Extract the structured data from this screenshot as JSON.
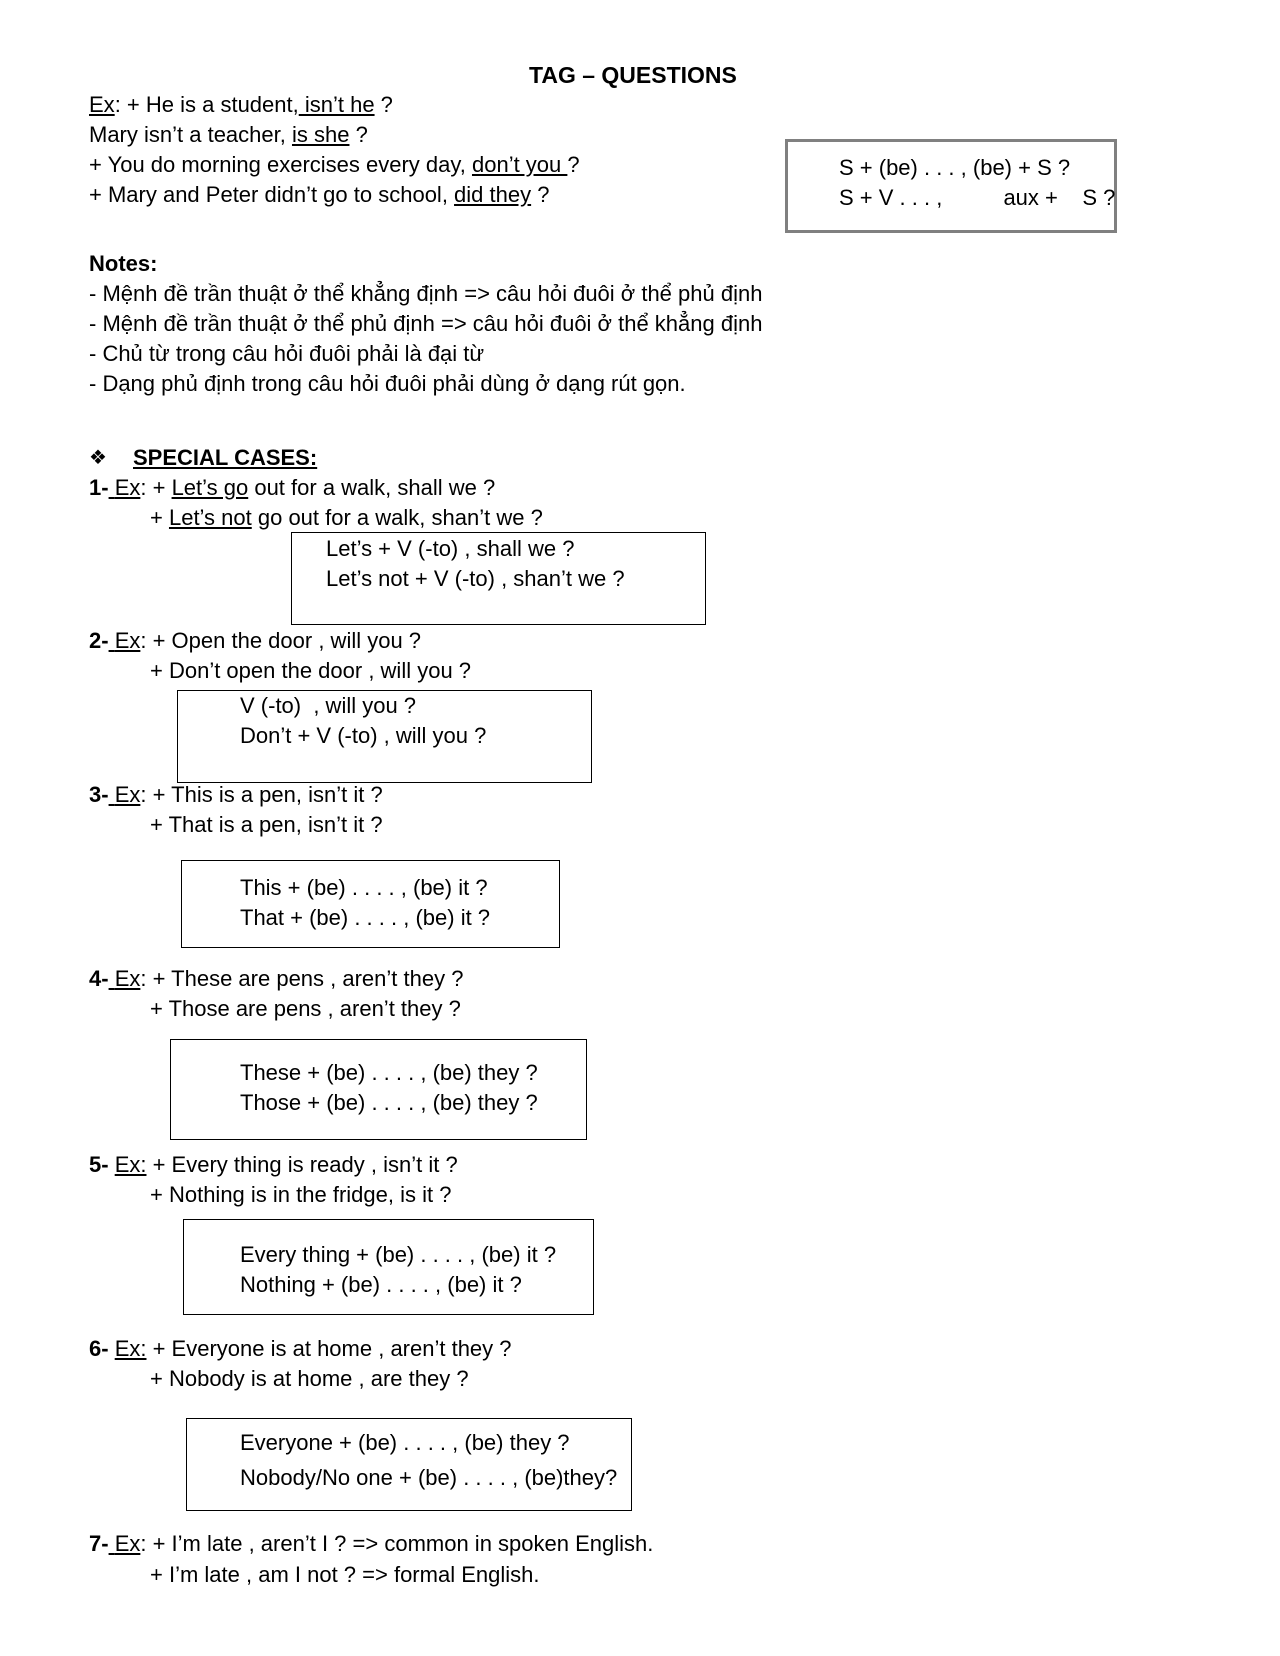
{
  "title": "TAG – QUESTIONS",
  "intro": {
    "ex_label": "Ex",
    "lines": [
      {
        "pre": ": + He is a student,",
        "u": " isn’t he",
        "post": " ?"
      },
      {
        "pre": "Mary isn’t a teacher, ",
        "u": "is she",
        "post": " ?"
      },
      {
        "pre": "+ You do morning exercises every day, ",
        "u": "don’t you ",
        "post": "?"
      },
      {
        "pre": "+ Mary and Peter didn’t go to school, ",
        "u": "did they",
        "post": " ?"
      }
    ],
    "box": [
      "S + (be) . . . , (be) + S ?",
      "S + V . . . ,          aux +    S ?"
    ]
  },
  "notes": {
    "heading": "Notes:",
    "items": [
      "- Mệnh đề trần thuật ở thể khẳng định => câu hỏi đuôi ở thể phủ định",
      "- Mệnh đề trần thuật ở thể phủ định => câu hỏi đuôi ở thể khẳng định",
      "- Chủ từ trong câu hỏi đuôi phải là đại từ",
      "- Dạng phủ định trong câu hỏi đuôi phải dùng ở dạng rút gọn."
    ]
  },
  "special": {
    "bullet": "❖",
    "heading": "SPECIAL CASES:",
    "ex": "Ex",
    "cases": [
      {
        "num": "1-",
        "line1": {
          "pre": ": + ",
          "u": "Let’s go",
          "post": " out for a walk, shall we ?"
        },
        "line2": {
          "pre": "+ ",
          "u": "Let’s not",
          "post": " go out for a walk, shan’t we ?"
        },
        "box": [
          "Let’s + V (-to) , shall we ?",
          "Let’s not + V (-to) , shan’t we ?"
        ]
      },
      {
        "num": "2-",
        "line1": ": + Open the door , will you ?",
        "line2": "+ Don’t open the door , will you ?",
        "box": [
          "V (-to)  , will you ?",
          "Don’t + V (-to) , will you ?"
        ]
      },
      {
        "num": "3-",
        "line1": ": + This is a pen, isn’t it ?",
        "line2": "+ That is a pen, isn’t it ?",
        "box": [
          "This + (be) . . . . , (be) it ?",
          "That + (be) . . . . , (be) it ?"
        ]
      },
      {
        "num": "4-",
        "line1": ": + These are pens , aren’t they ?",
        "line2": "+ Those are pens , aren’t they ?",
        "box": [
          "These + (be) . . . . , (be) they ?",
          "Those + (be) . . . . , (be) they ?"
        ]
      },
      {
        "num": "5-",
        "ex_u": "Ex:",
        "line1": " + Every thing is ready , isn’t it ?",
        "line2": "+ Nothing is in the fridge, is it ?",
        "box": [
          "Every thing + (be) . . . . , (be) it ?",
          "Nothing + (be) . . . . , (be) it ?"
        ]
      },
      {
        "num": "6-",
        "ex_u": "Ex:",
        "line1": " + Everyone is at home , aren’t they ?",
        "line2": "+ Nobody is at home , are they ?",
        "box": [
          "Everyone + (be) . . . . , (be) they ?",
          "Nobody/No one + (be) . . . . , (be)they?"
        ]
      },
      {
        "num": "7-",
        "line1": ": + I’m late , aren’t I ? => common in spoken English.",
        "line2": "+ I’m late , am I not ? => formal English."
      }
    ]
  }
}
